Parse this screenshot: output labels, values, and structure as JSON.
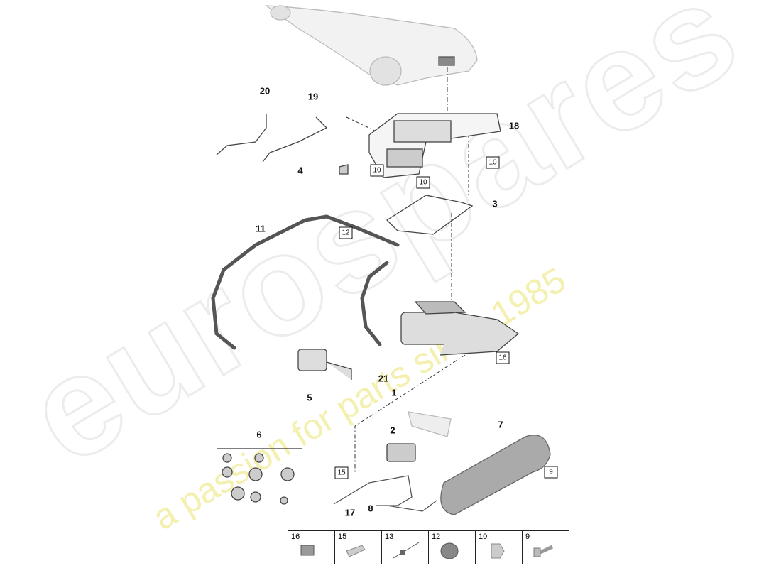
{
  "watermark": {
    "brand": "eurospares",
    "tagline": "a passion for parts since 1985"
  },
  "callouts": {
    "c20": "20",
    "c19": "19",
    "c18": "18",
    "c4": "4",
    "c3": "3",
    "c11": "11",
    "c21": "21",
    "c1": "1",
    "c5": "5",
    "c6": "6",
    "c2": "2",
    "c7": "7",
    "c17": "17",
    "c8": "8"
  },
  "boxed_refs": {
    "b10a": "10",
    "b10b": "10",
    "b10c": "10",
    "b12": "12",
    "b16": "16",
    "b9": "9",
    "b15": "15"
  },
  "legend": [
    {
      "num": "16"
    },
    {
      "num": "15"
    },
    {
      "num": "13"
    },
    {
      "num": "12"
    },
    {
      "num": "10"
    },
    {
      "num": "9"
    }
  ]
}
